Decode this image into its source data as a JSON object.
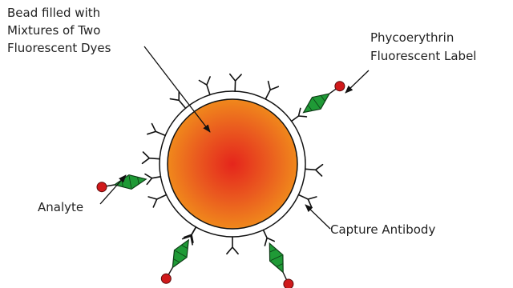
{
  "labels": {
    "bead_line1": "Bead filled with",
    "bead_line2": "Mixtures of Two",
    "bead_line3": "Fluorescent Dyes",
    "pe_line1": "Phycoerythrin",
    "pe_line2": "Fluorescent Label",
    "analyte": "Analyte",
    "capture": "Capture Antibody"
  },
  "colors": {
    "bead_center": "#e5251c",
    "bead_mid": "#ea5a1f",
    "bead_edge": "#f0881c",
    "shell": "#ffffff",
    "outline": "#111111",
    "analyte": "#1f9a36",
    "label_dot": "#d0191b"
  }
}
